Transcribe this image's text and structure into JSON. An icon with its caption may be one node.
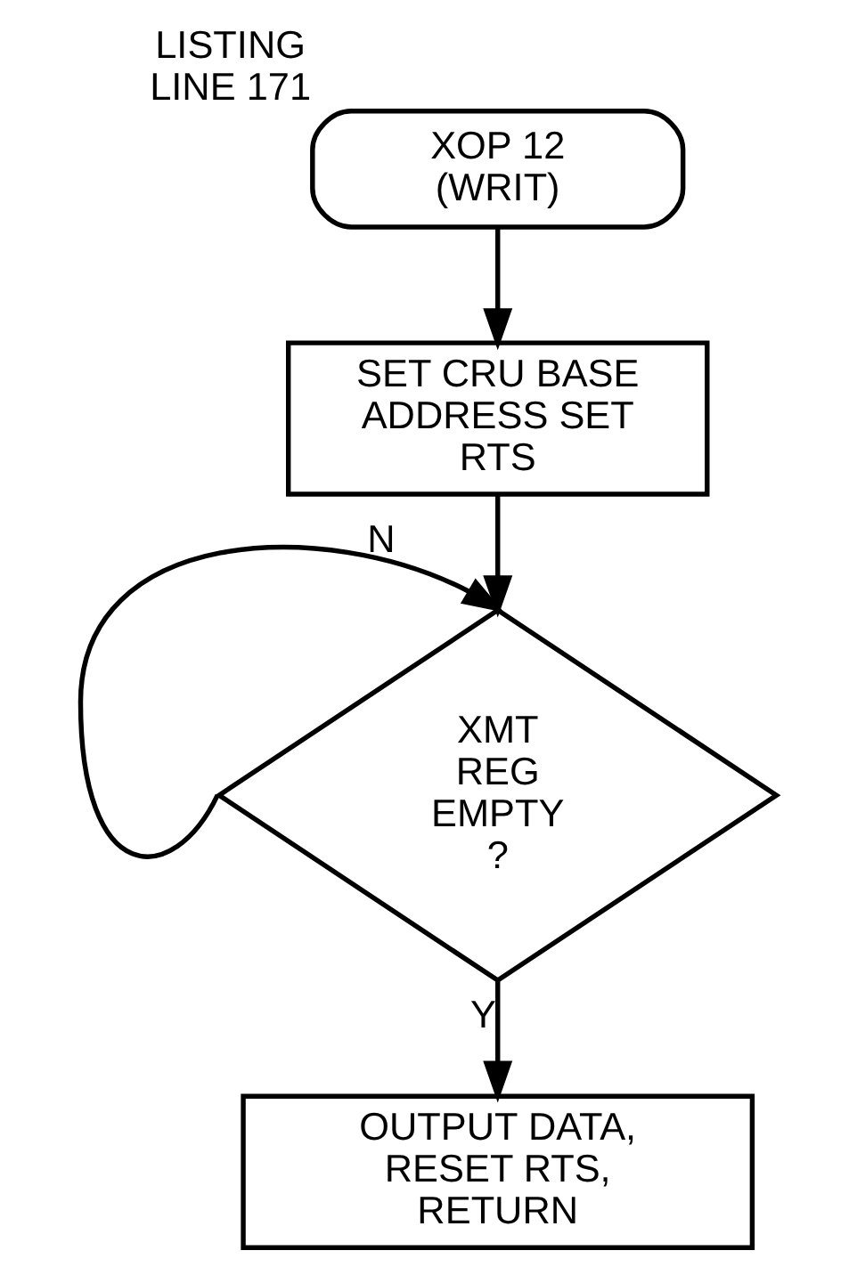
{
  "diagram": {
    "nodes": [
      {
        "text": [
          "XOP 12 (WRIT)"
        ],
        "beside": [
          "LISTING LINE 171"
        ]
      },
      {
        "text": [
          "SET CRU BASE ADDRESS SET RTS"
        ]
      },
      {
        "text": [
          "XMT REG EMPTY ?"
        ]
      },
      {
        "text": [
          "OUTPUT DATA, RESET RTS, RETURN"
        ]
      }
    ],
    "edges": [
      {
        "from": 0,
        "to": 1,
        "arrow": "to"
      },
      {
        "from": 1,
        "to": 2,
        "arrow": "to"
      },
      {
        "from": 2,
        "to": 2,
        "arrow": "to",
        "label": "N"
      },
      {
        "from": 2,
        "to": 3,
        "arrow": "to",
        "label": "Y"
      }
    ]
  }
}
